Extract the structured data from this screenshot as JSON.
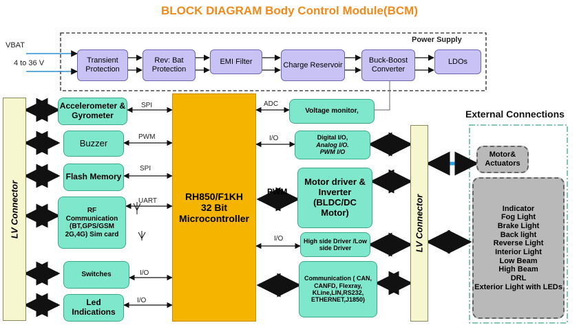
{
  "title": "BLOCK DIAGRAM  Body Control Module(BCM)",
  "power": {
    "section_label": "Power Supply",
    "vbat_label": "VBAT",
    "range_label": "4 to 36 V",
    "blocks": [
      "Transient Protection",
      "Rev: Bat Protection",
      "EMI Filter",
      "Charge Reservoir",
      "Buck-Boost Converter",
      "LDOs"
    ]
  },
  "mcu": {
    "line1": "RH850/F1KH",
    "line2": "32 Bit",
    "line3": "Microcontroller"
  },
  "left": {
    "connector": "LV Connector",
    "accel": "Accelerometer & Gyrometer",
    "buzzer": "Buzzer",
    "flash": "Flash Memory",
    "rf": "RF Communication (BT,GPS/GSM 2G,4G) Sim card",
    "switches": "Switches",
    "led": "Led Indications"
  },
  "left_signals": {
    "spi1": "SPI",
    "pwm": "PWM",
    "spi2": "SPI",
    "uart": "UART",
    "io1": "I/O",
    "io2": "I/O"
  },
  "right": {
    "voltage": "Voltage monitor,",
    "digital_line1": "Digital I/O,",
    "digital_line2": "Analog I/O.",
    "digital_line3": "PWM I/O",
    "motor": "Motor driver & Inverter (BLDC/DC Motor)",
    "highside": "High side Driver /Low side Driver",
    "comm": "Communication ( CAN, CANFD, Flexray, KLine,LIN,RS232, ETHERNET,J1850)",
    "connector": "LV Connector"
  },
  "right_signals": {
    "adc": "ADC",
    "io1": "I/O",
    "pwm": "PWM",
    "io2": "I/O"
  },
  "external": {
    "heading": "External Connections",
    "motor": "Motor& Actuators",
    "loads": [
      "Indicator",
      "Fog Light",
      "Brake Light",
      "Back light",
      "Reverse Light",
      "Interior Light",
      "Low Beam",
      "High Beam",
      "DRL",
      "Exterior Light with LEDs"
    ]
  }
}
